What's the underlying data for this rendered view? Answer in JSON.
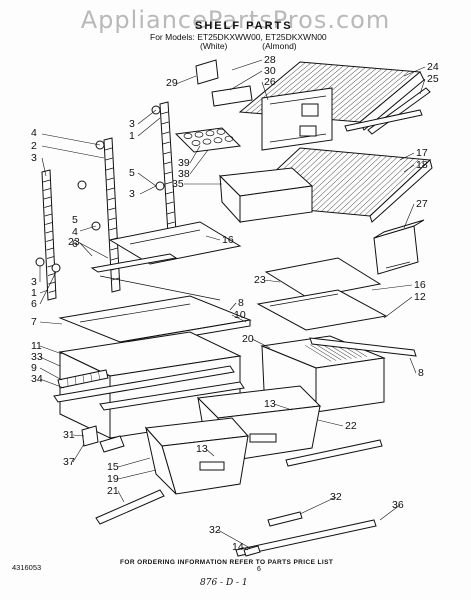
{
  "watermark": "AppliancePartsPros.com",
  "header": {
    "title": "SHELF PARTS",
    "models_line": "For Models: ET25DKXWW00, ET25DKXWN00",
    "color_white": "(White)",
    "color_almond": "(Almond)"
  },
  "callouts": {
    "c29": "29",
    "c28": "28",
    "c30": "30",
    "c26": "26",
    "c24": "24",
    "c25": "25",
    "c3a": "3",
    "c1a": "1",
    "c4a": "4",
    "c2": "2",
    "c3b": "3",
    "c39": "39",
    "c38": "38",
    "c35": "35",
    "c5a": "5",
    "c3c": "3",
    "c17": "17",
    "c18": "18",
    "c27": "27",
    "c5b": "5",
    "c4b": "4",
    "c6a": "6",
    "c23a": "23",
    "c16a": "16",
    "c3d": "3",
    "c1b": "1",
    "c6b": "6",
    "c23b": "23",
    "c16b": "16",
    "c12": "12",
    "c7": "7",
    "c8a": "8",
    "c10": "10",
    "c11": "11",
    "c33": "33",
    "c9": "9",
    "c34": "34",
    "c20": "20",
    "c8b": "8",
    "c13a": "13",
    "c22": "22",
    "c31": "31",
    "c37": "37",
    "c15": "15",
    "c19": "19",
    "c21": "21",
    "c13b": "13",
    "c36": "36",
    "c32a": "32",
    "c32b": "32",
    "c14": "14"
  },
  "footer": {
    "doc_number": "4316053",
    "ordering_note": "FOR ORDERING INFORMATION REFER TO PARTS PRICE LIST",
    "page_number": "6",
    "handwritten": "876 - D - 1"
  }
}
